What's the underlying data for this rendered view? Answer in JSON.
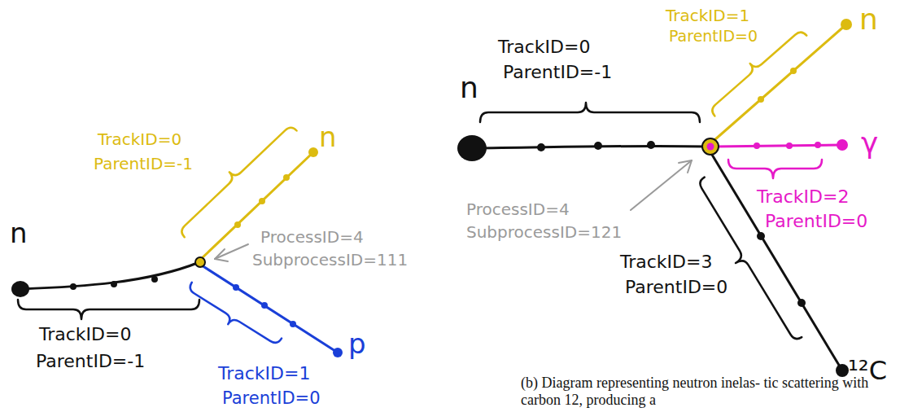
{
  "diagram": {
    "caption": "(b) Diagram representing neutron inelas- tic scattering with carbon 12, producing a",
    "labels": [
      "n",
      "TrackID=0",
      "ParentID=-1",
      "TrackID=0",
      "ParentID=-1",
      "n",
      "ProcessID=4",
      "SubprocessID=111",
      "p",
      "TrackID=1",
      "ParentID=0",
      "TrackID=0",
      "ParentID=-1",
      "n",
      "TrackID=1",
      "ParentID=0",
      "n",
      "γ",
      "TrackID=2",
      "ParentID=0",
      "ProcessID=4",
      "SubprocessID=121",
      "TrackID=3",
      "ParentID=0",
      "¹²C"
    ]
  }
}
